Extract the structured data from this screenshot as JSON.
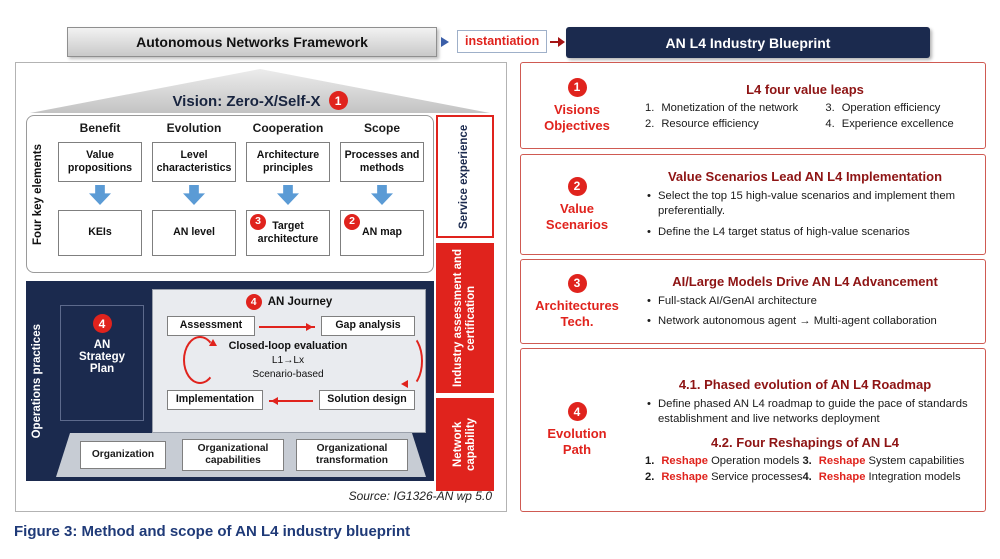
{
  "colors": {
    "navy": "#1b2a4e",
    "red": "#e0231d",
    "dark-red": "#8e1414",
    "blue-arrow": "#5b9bd5",
    "caption-blue": "#1f3a78"
  },
  "header": {
    "left_title": "Autonomous Networks Framework",
    "arrow_label": "instantiation",
    "right_title": "AN L4 Industry Blueprint"
  },
  "left_panel": {
    "vision_badge": "1",
    "vision_title": "Vision: Zero-X/Self-X",
    "four_key_label": "Four key elements",
    "columns": [
      {
        "header": "Benefit",
        "top": "Value propositions",
        "badge": "",
        "bottom": "KEIs"
      },
      {
        "header": "Evolution",
        "top": "Level characteristics",
        "badge": "",
        "bottom": "AN level"
      },
      {
        "header": "Cooperation",
        "top": "Architecture principles",
        "badge": "3",
        "bottom": "Target architecture"
      },
      {
        "header": "Scope",
        "top": "Processes and methods",
        "badge": "2",
        "bottom": "AN map"
      }
    ],
    "sidebar": [
      {
        "label": "Service experience"
      },
      {
        "label": "Industry assessment and certification"
      },
      {
        "label": "Network capability"
      }
    ],
    "operations_label": "Operations practices",
    "strategy": {
      "badge": "4",
      "label": "AN\nStrategy\nPlan"
    },
    "journey": {
      "badge": "4",
      "title": "AN Journey",
      "assessment": "Assessment",
      "gap_analysis": "Gap analysis",
      "closed_loop": "Closed-loop evaluation",
      "levels": "L1→Lx",
      "scenario": "Scenario-based",
      "implementation": "Implementation",
      "solution_design": "Solution design"
    },
    "organization": [
      "Organization",
      "Organizational capabilities",
      "Organizational transformation"
    ],
    "source": "Source: IG1326-AN wp 5.0"
  },
  "right_panel": {
    "sections": [
      {
        "badge": "1",
        "label": "Visions\nObjectives",
        "title": "L4 four value leaps",
        "items": [
          {
            "num": "1.",
            "text": "Monetization of the network"
          },
          {
            "num": "2.",
            "text": "Resource efficiency"
          },
          {
            "num": "3.",
            "text": "Operation efficiency"
          },
          {
            "num": "4.",
            "text": "Experience excellence"
          }
        ]
      },
      {
        "badge": "2",
        "label": "Value\nScenarios",
        "title": "Value Scenarios Lead AN L4 Implementation",
        "bullets": [
          "Select the top 15 high-value scenarios and implement them preferentially.",
          "Define the L4 target status of high-value scenarios"
        ]
      },
      {
        "badge": "3",
        "label": "Architectures\nTech.",
        "title": "AI/Large Models Drive AN L4 Advancement",
        "bullets": [
          "Full-stack AI/GenAI architecture",
          "Network autonomous agent → Multi-agent collaboration"
        ]
      },
      {
        "badge": "4",
        "label": "Evolution\nPath",
        "title": "4.1. Phased evolution of AN L4 Roadmap",
        "bullets": [
          "Define phased AN L4 roadmap to guide the pace of standards establishment and live networks deployment"
        ],
        "subtitle": "4.2. Four Reshapings of AN L4",
        "reshape_items": [
          {
            "num": "1.",
            "keyword": "Reshape",
            "text": "Operation models"
          },
          {
            "num": "2.",
            "keyword": "Reshape",
            "text": "Service processes"
          },
          {
            "num": "3.",
            "keyword": "Reshape",
            "text": "System capabilities"
          },
          {
            "num": "4.",
            "keyword": "Reshape",
            "text": "Integration models"
          }
        ]
      }
    ]
  },
  "caption": "Figure 3: Method and scope of AN L4 industry blueprint"
}
